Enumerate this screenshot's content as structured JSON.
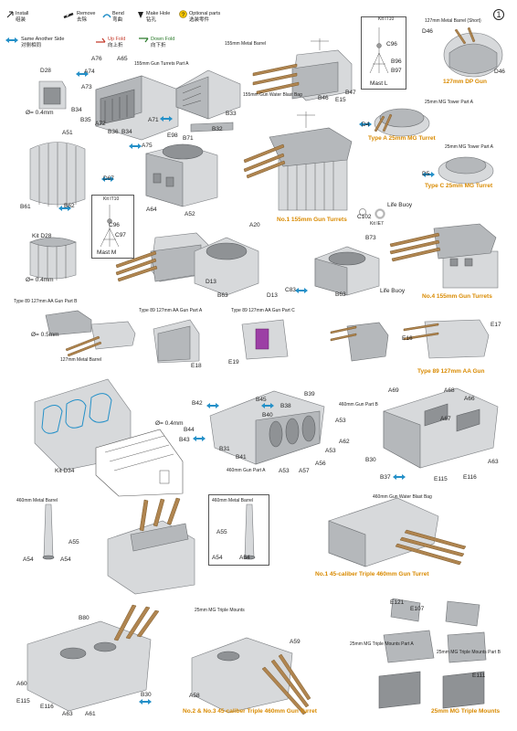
{
  "page_number": "1",
  "legend": [
    {
      "icon": "install-icon",
      "en": "Install",
      "zh": "组装"
    },
    {
      "icon": "remove-icon",
      "en": "Remove",
      "zh": "去除"
    },
    {
      "icon": "bend-icon",
      "en": "Bend",
      "zh": "弯曲"
    },
    {
      "icon": "make-hole-icon",
      "en": "Make Hole",
      "zh": "钻孔"
    },
    {
      "icon": "optional-parts-icon",
      "en": "Optional parts",
      "zh": "选装零件"
    },
    {
      "icon": "same-side-icon",
      "en": "Same Another Side",
      "zh": "对侧相同"
    },
    {
      "icon": "up-fold-icon",
      "en": "Up Fold",
      "zh": "向上折"
    },
    {
      "icon": "down-fold-icon",
      "en": "Down Fold",
      "zh": "向下折"
    }
  ],
  "titles": {
    "dp_gun": "127mm DP Gun",
    "type_a_mg": "Type A 25mm MG Turret",
    "type_c_mg": "Type C 25mm MG Turret",
    "no1_155": "No.1 155mm Gun Turrets",
    "no4_155": "No.4 155mm Gun Turrets",
    "type89": "Type 89 127mm AA Gun",
    "no1_460": "No.1 45-caliber Triple 460mm Gun Turret",
    "no23_460": "No.2 & No.3 45-caliber Triple 460mm Gun Turret",
    "mg_triple": "25mm MG Triple Mounts"
  },
  "labels": {
    "kit_it10_top": "Kit IT10",
    "c96_top": "C96",
    "b96": "B96",
    "b97": "B97",
    "mast_l": "Mast L",
    "barrel_127_short": "127mm Metal Barrel (Short)",
    "d46_a": "D46",
    "d46_b": "D46",
    "barrel_155_top": "155mm Metal Barrel",
    "blast_155": "155mm Gun Water Blast Bag",
    "b46": "B46",
    "e15_top": "E15",
    "b47": "B47",
    "mg_tower_a1": "25mm MG Tower Part A",
    "d4": "D4",
    "mg_tower_a2": "25mm MG Tower Part A",
    "d5": "D5",
    "a76": "A76",
    "a65": "A65",
    "gun155_a": "155mm Gun Turrets Part A",
    "d28_top": "D28",
    "a74": "A74",
    "a73": "A73",
    "phi04_a": "Ø= 0.4mm",
    "b34": "B34",
    "b35": "B35",
    "a72": "A72",
    "b36": "B36",
    "b34_b": "B34",
    "a71": "A71",
    "b33": "B33",
    "b32": "B32",
    "a51": "A51",
    "a75": "A75",
    "e98": "E98",
    "b71": "B71",
    "d67": "D67",
    "b61": "B61",
    "b62": "B62",
    "a64": "A64",
    "a52": "A52",
    "kit_it10_mid": "Kit IT10",
    "c96_mid": "C96",
    "c97": "C97",
    "mast_m": "Mast M",
    "kit_d28": "Kit D28",
    "phi04_b": "Ø= 0.4mm",
    "a20": "A20",
    "d13_a": "D13",
    "b63_a": "B63",
    "d13_b": "D13",
    "c83": "C83",
    "b63_b": "B63",
    "c102": "C102",
    "kit_ie7": "Kit IE7",
    "life_buoy_a": "Life Buoy",
    "b73": "B73",
    "life_buoy_b": "Life Buoy",
    "type89_b": "Type 89 127mm AA Gun Part B",
    "phi05": "Ø= 0.5mm",
    "barrel_127": "127mm Metal Barrel",
    "type89_a": "Type 89 127mm AA Gun Part A",
    "e18": "E18",
    "type89_c": "Type 89 127mm AA Gun Part C",
    "e19": "E19",
    "e17": "E17",
    "e16_top": "E16",
    "b42": "B42",
    "b45": "B45",
    "b38": "B38",
    "b39": "B39",
    "b40": "B40",
    "b44": "B44",
    "b43": "B43",
    "phi04_c": "Ø= 0.4mm",
    "a53_a": "A53",
    "a62": "A62",
    "a53_b": "A53",
    "b31": "B31",
    "b41": "B41",
    "a56": "A56",
    "gun460_a": "460mm Gun Part A",
    "a53_c": "A53",
    "a57": "A57",
    "kit_d34": "Kit D34",
    "a69": "A69",
    "a68": "A68",
    "gun460_b": "460mm Gun Part B",
    "a66": "A66",
    "a67": "A67",
    "b30_a": "B30",
    "a63_a": "A63",
    "b37": "B37",
    "e115_a": "E115",
    "e116_a": "E116",
    "barrel_460_a": "460mm Metal Barrel",
    "a55_a": "A55",
    "a54_a": "A54",
    "a54_b": "A54",
    "barrel_460_b": "460mm Metal Barrel",
    "a55_b": "A55",
    "a54_c": "A54",
    "a54_d": "A54",
    "blast_460": "460mm Gun Water Blast Bag",
    "e121": "E121",
    "e107": "E107",
    "mg_triple_a": "25mm MG Triple Mounts Part A",
    "mg_triple_b": "25mm MG Triple Mounts Part B",
    "e111": "E111",
    "mg_triple_mounts": "25mm MG Triple Mounts",
    "b80": "B80",
    "a60": "A60",
    "e115_b": "E115",
    "e116_b": "E116",
    "a63_b": "A63",
    "a61": "A61",
    "b30_b": "B30",
    "a59": "A59",
    "a58": "A58"
  }
}
